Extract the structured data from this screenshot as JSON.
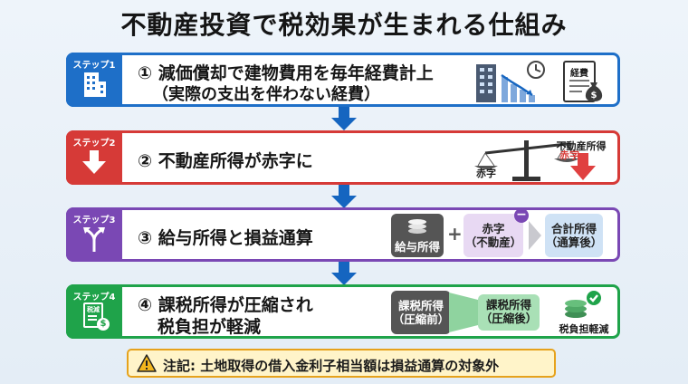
{
  "title": "不動産投資で税効果が生まれる仕組み",
  "colors": {
    "step1": "#1e6fc8",
    "step2": "#d63a37",
    "step3": "#7a48b4",
    "step4": "#1fa34a",
    "arrow": "#1565c0",
    "note_bg": "#fff4c9",
    "note_border": "#e6a21c"
  },
  "steps": [
    {
      "tag": "ステップ1",
      "icon": "building-icon",
      "line1": "① 減価償却で建物費用を毎年経費計上",
      "line2": "（実際の支出を伴わない経費）",
      "ill": {
        "doc_label": "経費"
      }
    },
    {
      "tag": "ステップ2",
      "icon": "down-arrow-icon",
      "line1": "② 不動産所得が赤字に",
      "ill": {
        "scale_left": "赤字",
        "scale_right": "赤字",
        "income_label": "不動産所得"
      }
    },
    {
      "tag": "ステップ3",
      "icon": "merge-arrows-icon",
      "line1": "③ 給与所得と損益通算",
      "ill": {
        "salary": "給与所得",
        "plus": "+",
        "deficit_l1": "赤字",
        "deficit_l2": "（不動産）",
        "total_l1": "合計所得",
        "total_l2": "（通算後）"
      }
    },
    {
      "tag": "ステップ4",
      "icon": "tax-document-icon",
      "line1": "④ 課税所得が圧縮され",
      "line2": "税負担が軽減",
      "ill": {
        "before_l1": "課税所得",
        "before_l2": "（圧縮前）",
        "after_l1": "課税所得",
        "after_l2": "（圧縮後）",
        "result": "税負担軽減",
        "doc_tag": "税減"
      }
    }
  ],
  "note": "注記: 土地取得の借入金利子相当額は損益通算の対象外"
}
